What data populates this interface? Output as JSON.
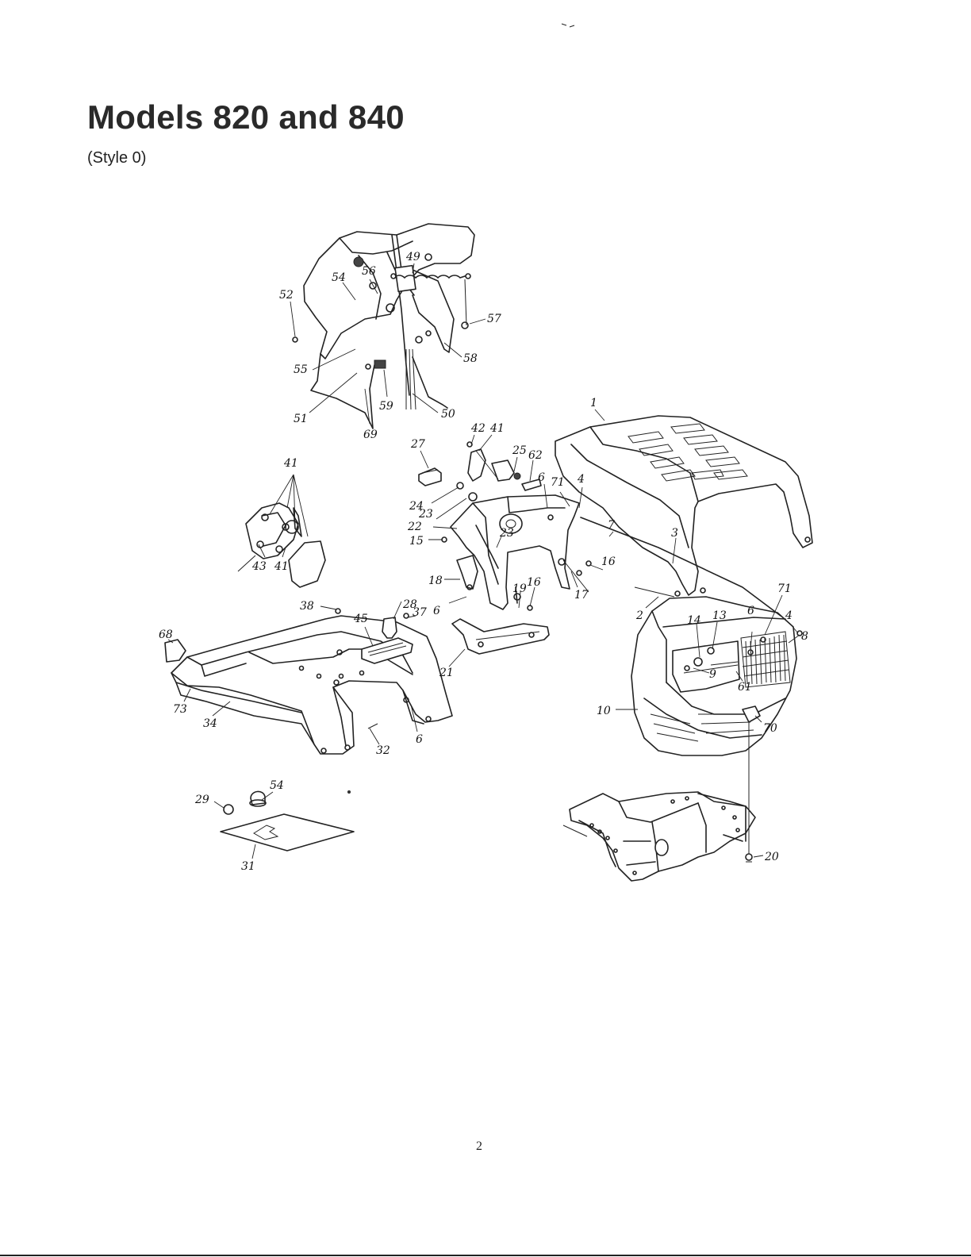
{
  "header": {
    "title": "Models 820 and 840",
    "subtitle": "(Style 0)"
  },
  "footer": {
    "page_number": "2"
  },
  "callouts": [
    {
      "id": "c49",
      "label": "49"
    },
    {
      "id": "c56",
      "label": "56"
    },
    {
      "id": "c54a",
      "label": "54"
    },
    {
      "id": "c52",
      "label": "52"
    },
    {
      "id": "c57",
      "label": "57"
    },
    {
      "id": "c58",
      "label": "58"
    },
    {
      "id": "c55",
      "label": "55"
    },
    {
      "id": "c51",
      "label": "51"
    },
    {
      "id": "c59",
      "label": "59"
    },
    {
      "id": "c50",
      "label": "50"
    },
    {
      "id": "c69",
      "label": "69"
    },
    {
      "id": "c1",
      "label": "1"
    },
    {
      "id": "c42",
      "label": "42"
    },
    {
      "id": "c41a",
      "label": "41"
    },
    {
      "id": "c27",
      "label": "27"
    },
    {
      "id": "c25",
      "label": "25"
    },
    {
      "id": "c62",
      "label": "62"
    },
    {
      "id": "c6a",
      "label": "6"
    },
    {
      "id": "c71a",
      "label": "71"
    },
    {
      "id": "c4a",
      "label": "4"
    },
    {
      "id": "c41b",
      "label": "41"
    },
    {
      "id": "c24",
      "label": "24"
    },
    {
      "id": "c23a",
      "label": "23"
    },
    {
      "id": "c22",
      "label": "22"
    },
    {
      "id": "c15",
      "label": "15"
    },
    {
      "id": "c7",
      "label": "7"
    },
    {
      "id": "c3",
      "label": "3"
    },
    {
      "id": "c23b",
      "label": "23"
    },
    {
      "id": "c16a",
      "label": "16"
    },
    {
      "id": "c43",
      "label": "43"
    },
    {
      "id": "c41c",
      "label": "41"
    },
    {
      "id": "c18",
      "label": "18"
    },
    {
      "id": "c19",
      "label": "19"
    },
    {
      "id": "c16b",
      "label": "16"
    },
    {
      "id": "c2",
      "label": "2"
    },
    {
      "id": "c71b",
      "label": "71"
    },
    {
      "id": "c6b",
      "label": "6"
    },
    {
      "id": "c4b",
      "label": "4"
    },
    {
      "id": "c17",
      "label": "17"
    },
    {
      "id": "c6c",
      "label": "6"
    },
    {
      "id": "c38",
      "label": "38"
    },
    {
      "id": "c28",
      "label": "28"
    },
    {
      "id": "c45",
      "label": "45"
    },
    {
      "id": "c37",
      "label": "37"
    },
    {
      "id": "c14",
      "label": "14"
    },
    {
      "id": "c13",
      "label": "13"
    },
    {
      "id": "c8",
      "label": "8"
    },
    {
      "id": "c68",
      "label": "68"
    },
    {
      "id": "c21",
      "label": "21"
    },
    {
      "id": "c9",
      "label": "9"
    },
    {
      "id": "c61",
      "label": "61"
    },
    {
      "id": "c73",
      "label": "73"
    },
    {
      "id": "c34",
      "label": "34"
    },
    {
      "id": "c10",
      "label": "10"
    },
    {
      "id": "c70",
      "label": "70"
    },
    {
      "id": "c6d",
      "label": "6"
    },
    {
      "id": "c32",
      "label": "32"
    },
    {
      "id": "c54b",
      "label": "54"
    },
    {
      "id": "c29",
      "label": "29"
    },
    {
      "id": "c31",
      "label": "31"
    },
    {
      "id": "c20",
      "label": "20"
    }
  ]
}
